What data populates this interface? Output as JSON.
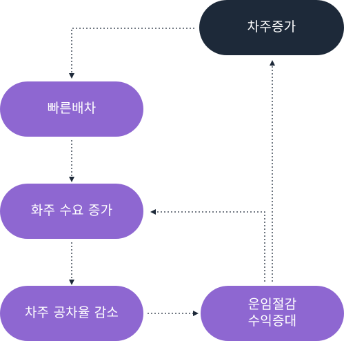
{
  "diagram": {
    "nodes": {
      "fleet_increase": {
        "label": "차주증가",
        "color": "#1d2939"
      },
      "fast_dispatch": {
        "label": "빠른배차",
        "color": "#8e67d1"
      },
      "shipper_demand": {
        "label": "화주 수요 증가",
        "color": "#8e67d1"
      },
      "empty_rate_down": {
        "label": "차주 공차율 감소",
        "color": "#8e67d1"
      },
      "fare_saving": {
        "line1": "운임절감",
        "line2": "수익증대",
        "color": "#8e67d1"
      }
    },
    "edges": [
      {
        "from": "fleet_increase",
        "to": "fast_dispatch"
      },
      {
        "from": "fast_dispatch",
        "to": "shipper_demand"
      },
      {
        "from": "shipper_demand",
        "to": "empty_rate_down"
      },
      {
        "from": "empty_rate_down",
        "to": "fare_saving"
      },
      {
        "from": "fare_saving",
        "to": "shipper_demand"
      },
      {
        "from": "fare_saving",
        "to": "fleet_increase"
      }
    ],
    "connector_color": "#1d2939"
  }
}
